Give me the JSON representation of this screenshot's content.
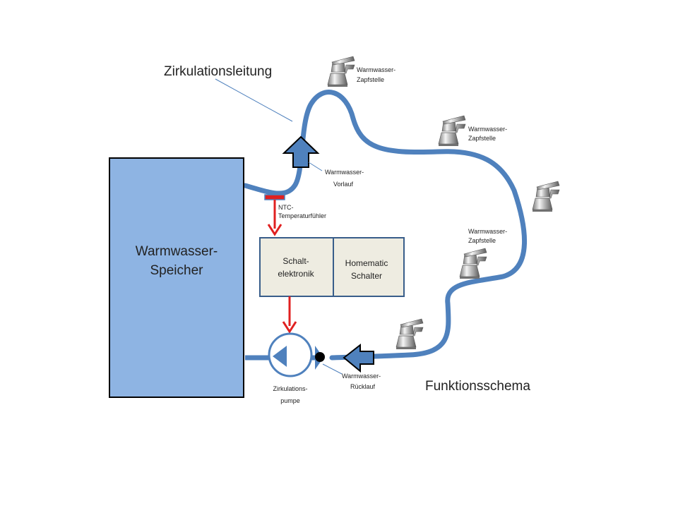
{
  "labels": {
    "circulation_line": "Zirkulationsleitung",
    "tank_line1": "Warmwasser-",
    "tank_line2": "Speicher",
    "supply_line1": "Warmwasser-",
    "supply_line2": "Vorlauf",
    "sensor_line1": "NTC-",
    "sensor_line2": "Temperaturfühler",
    "control_line1": "Schalt-",
    "control_line2": "elektronik",
    "switch_line1": "Homematic",
    "switch_line2": "Schalter",
    "pump_line1": "Zirkulations-",
    "pump_line2": "pumpe",
    "return_line1": "Warmwasser-",
    "return_line2": "Rücklauf",
    "schema_title": "Funktionsschema",
    "tap1_line1": "Warmwasser-",
    "tap1_line2": "Zapfstelle",
    "tap2_line1": "Warmwasser-",
    "tap2_line2": "Zapfstelle",
    "tap3_line1": "Warmwasser-",
    "tap3_line2": "Zapfstelle"
  },
  "colors": {
    "pipe": "#4f81bd",
    "tank_fill": "#8eb4e3",
    "box_fill": "#eeece1",
    "box_border": "#385d8a",
    "signal": "#e02020",
    "outline": "#000000"
  }
}
